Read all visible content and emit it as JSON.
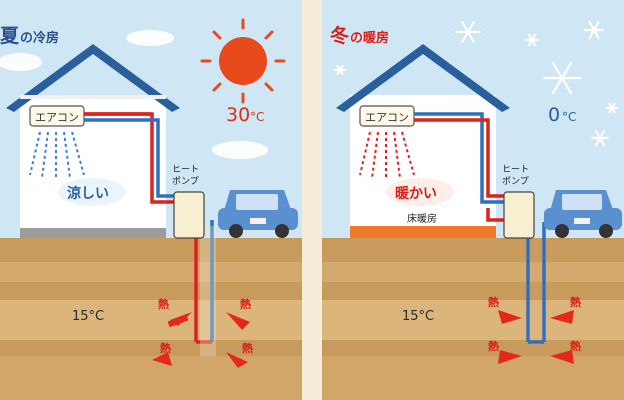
{
  "summer": {
    "title_main": "夏",
    "title_rest": "の冷房",
    "aircon_label": "エアコン",
    "air_feel": "涼しい",
    "outdoor_temp": "30",
    "outdoor_unit": "°C",
    "heatpump_line1": "ヒート",
    "heatpump_line2": "ポンプ",
    "ground_temp": "15°C",
    "heat_label": "熱"
  },
  "winter": {
    "title_main": "冬",
    "title_rest": "の暖房",
    "aircon_label": "エアコン",
    "air_feel": "暖かい",
    "floor_label": "床暖房",
    "outdoor_temp": "0",
    "outdoor_unit": "°C",
    "heatpump_line1": "ヒート",
    "heatpump_line2": "ポンプ",
    "ground_temp": "15°C",
    "heat_label": "熱"
  },
  "colors": {
    "sky": "#cfe6f5",
    "roof": "#2a5f9e",
    "hot_pipe": "#e0201c",
    "cold_pipe": "#2f6fc0",
    "sun": "#e84a1c",
    "car": "#5a8fd0",
    "heat_arrow": "#e32a1a",
    "floor_heating": "#ef7a2a"
  }
}
